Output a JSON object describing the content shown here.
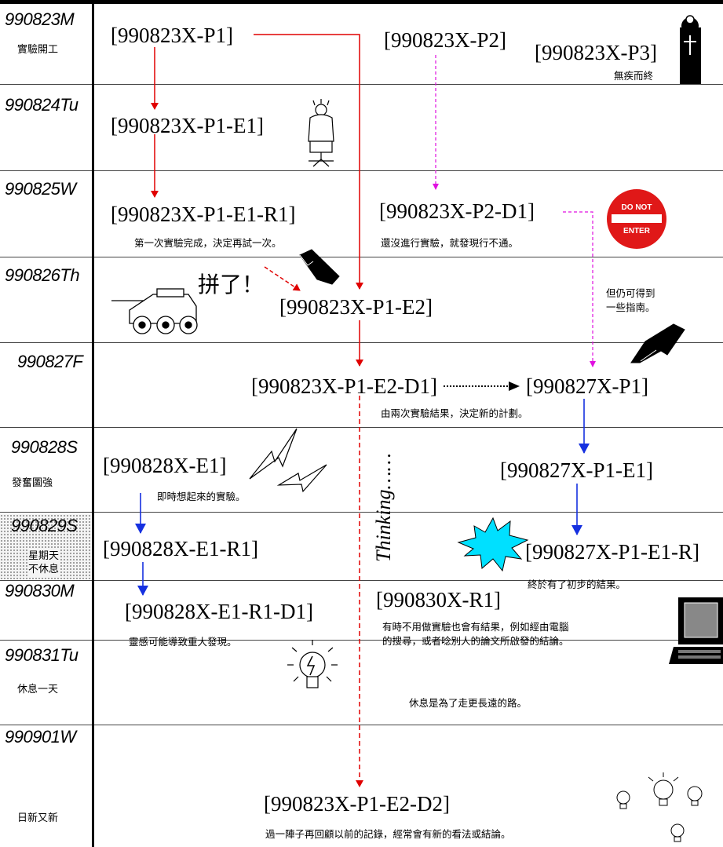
{
  "days": [
    {
      "label": "990823M",
      "note": "實驗開工"
    },
    {
      "label": "990824Tu",
      "note": ""
    },
    {
      "label": "990825W",
      "note": ""
    },
    {
      "label": "990826Th",
      "note": ""
    },
    {
      "label": "990827F",
      "note": ""
    },
    {
      "label": "990828S",
      "note": "發奮圖強"
    },
    {
      "label": "990829S",
      "note": "星期天\n不休息"
    },
    {
      "label": "990830M",
      "note": ""
    },
    {
      "label": "990831Tu",
      "note": "休息一天"
    },
    {
      "label": "990901W",
      "note": "日新又新"
    }
  ],
  "nodes": {
    "p1": "[990823X-P1]",
    "p2": "[990823X-P2]",
    "p3": "[990823X-P3]",
    "p1e1": "[990823X-P1-E1]",
    "p1e1r1": "[990823X-P1-E1-R1]",
    "p2d1": "[990823X-P2-D1]",
    "p1e2": "[990823X-P1-E2]",
    "p1e2d1": "[990823X-P1-E2-D1]",
    "n827p1": "[990827X-P1]",
    "n828e1": "[990828X-E1]",
    "n827p1e1": "[990827X-P1-E1]",
    "n828e1r1": "[990828X-E1-R1]",
    "n827p1e1r": "[990827X-P1-E1-R]",
    "n828e1r1d1": "[990828X-E1-R1-D1]",
    "n830r1": "[990830X-R1]",
    "p1e2d2": "[990823X-P1-E2-D2]"
  },
  "notes": {
    "p3_death": "無疾而終",
    "r1_note": "第一次實驗完成，決定再試一次。",
    "d1_note": "還沒進行實驗，就發現行不通。",
    "guidance": "但仍可得到\n一些指南。",
    "shout": "拼了！",
    "decision": "由兩次實驗結果，決定新的計劃。",
    "spontaneous": "即時想起來的實驗。",
    "result": "終於有了初步的結果。",
    "inspiration": "靈感可能導致重大發現。",
    "computer": "有時不用做實驗也會有結果，例如經由電腦\n的搜尋，或者唸別人的論文所啟發的結論。",
    "rest": "休息是為了走更長遠的路。",
    "review": "過一陣子再回顧以前的記錄，經常會有新的看法或結論。",
    "thinking": "Thinking……"
  },
  "signs": {
    "top": "DO NOT",
    "bottom": "ENTER"
  },
  "icons": [
    "tombstone-icon",
    "thinker-chair-icon",
    "stop-sign-icon",
    "pointing-hand-icon",
    "armored-car-icon",
    "lightning-icon",
    "starburst-icon",
    "lightbulb-icon",
    "computer-icon"
  ],
  "colors": {
    "red": "#e00000",
    "blue": "#1530e0",
    "magenta": "#e010e0",
    "black": "#000000",
    "stop": "#e01818"
  }
}
